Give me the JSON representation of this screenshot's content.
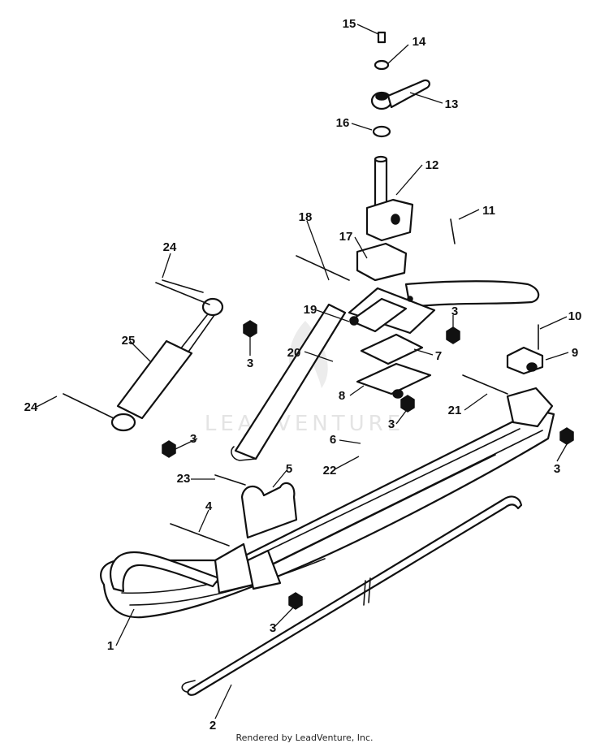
{
  "diagram": {
    "callouts": [
      "1",
      "2",
      "3",
      "3",
      "3",
      "3",
      "3",
      "3",
      "4",
      "5",
      "6",
      "7",
      "8",
      "9",
      "10",
      "11",
      "12",
      "13",
      "14",
      "15",
      "16",
      "17",
      "18",
      "19",
      "20",
      "21",
      "22",
      "23",
      "24",
      "24",
      "25"
    ],
    "watermark": "LEADVENTURE",
    "footer": "Rendered by LeadVenture, Inc."
  }
}
